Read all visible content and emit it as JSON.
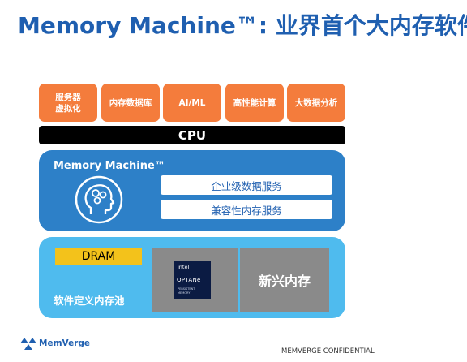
{
  "title": "Memory Machine™: 业界首个大内存软件",
  "workloads": [
    {
      "label": "服务器\n虚拟化"
    },
    {
      "label": "内存数据库"
    },
    {
      "label": "AI/ML"
    },
    {
      "label": "高性能计算"
    },
    {
      "label": "大数据分析"
    }
  ],
  "cpu_label": "CPU",
  "memory_machine": {
    "label": "Memory Machine™",
    "icon": "head-gears-icon",
    "services": [
      "企业级数据服务",
      "兼容性内存服务"
    ]
  },
  "memory_pool": {
    "dram_label": "DRAM",
    "label": "软件定义内存池",
    "optane": {
      "brand": "intel",
      "product": "OPTANe",
      "tag_line1": "PERSISTENT",
      "tag_line2": "MEMORY"
    },
    "emerging_label": "新兴内存"
  },
  "footer": {
    "logo_text": "MemVerge",
    "confidential": "MEMVERGE CONFIDENTIAL"
  },
  "colors": {
    "title_blue": "#1f5fb0",
    "orange": "#f47c3c",
    "mm_blue": "#2d80c8",
    "pool_blue": "#4fbbee",
    "dram_yellow": "#f3c21b",
    "gray": "#8a8a8a",
    "optane_navy": "#0b1b43"
  }
}
